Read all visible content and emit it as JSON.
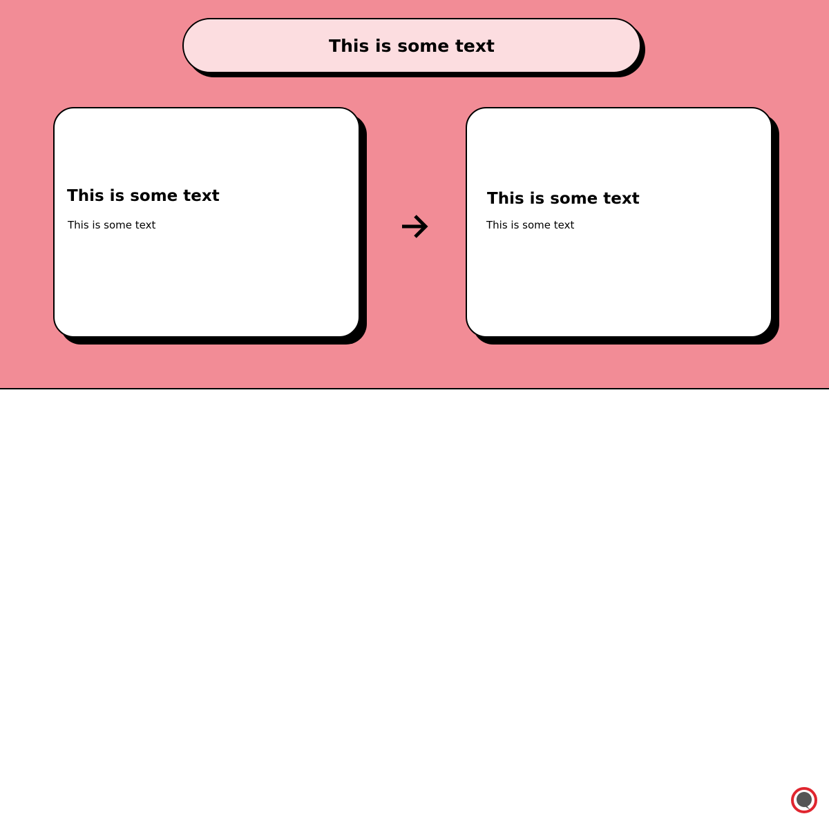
{
  "header": {
    "title": "This is some text"
  },
  "cards": [
    {
      "title": "This is some text",
      "body": "This is some text"
    },
    {
      "title": "This is some text",
      "body": "This is some text"
    }
  ],
  "connector": {
    "icon": "arrow-right-icon"
  },
  "footer": {
    "logo_icon": "speech-bubble-logo-icon"
  },
  "colors": {
    "background": "#f28c96",
    "pill_fill": "#fcdde0",
    "card_fill": "#ffffff",
    "outline": "#000000",
    "logo_ring": "#e0262f",
    "logo_fill": "#555555"
  }
}
